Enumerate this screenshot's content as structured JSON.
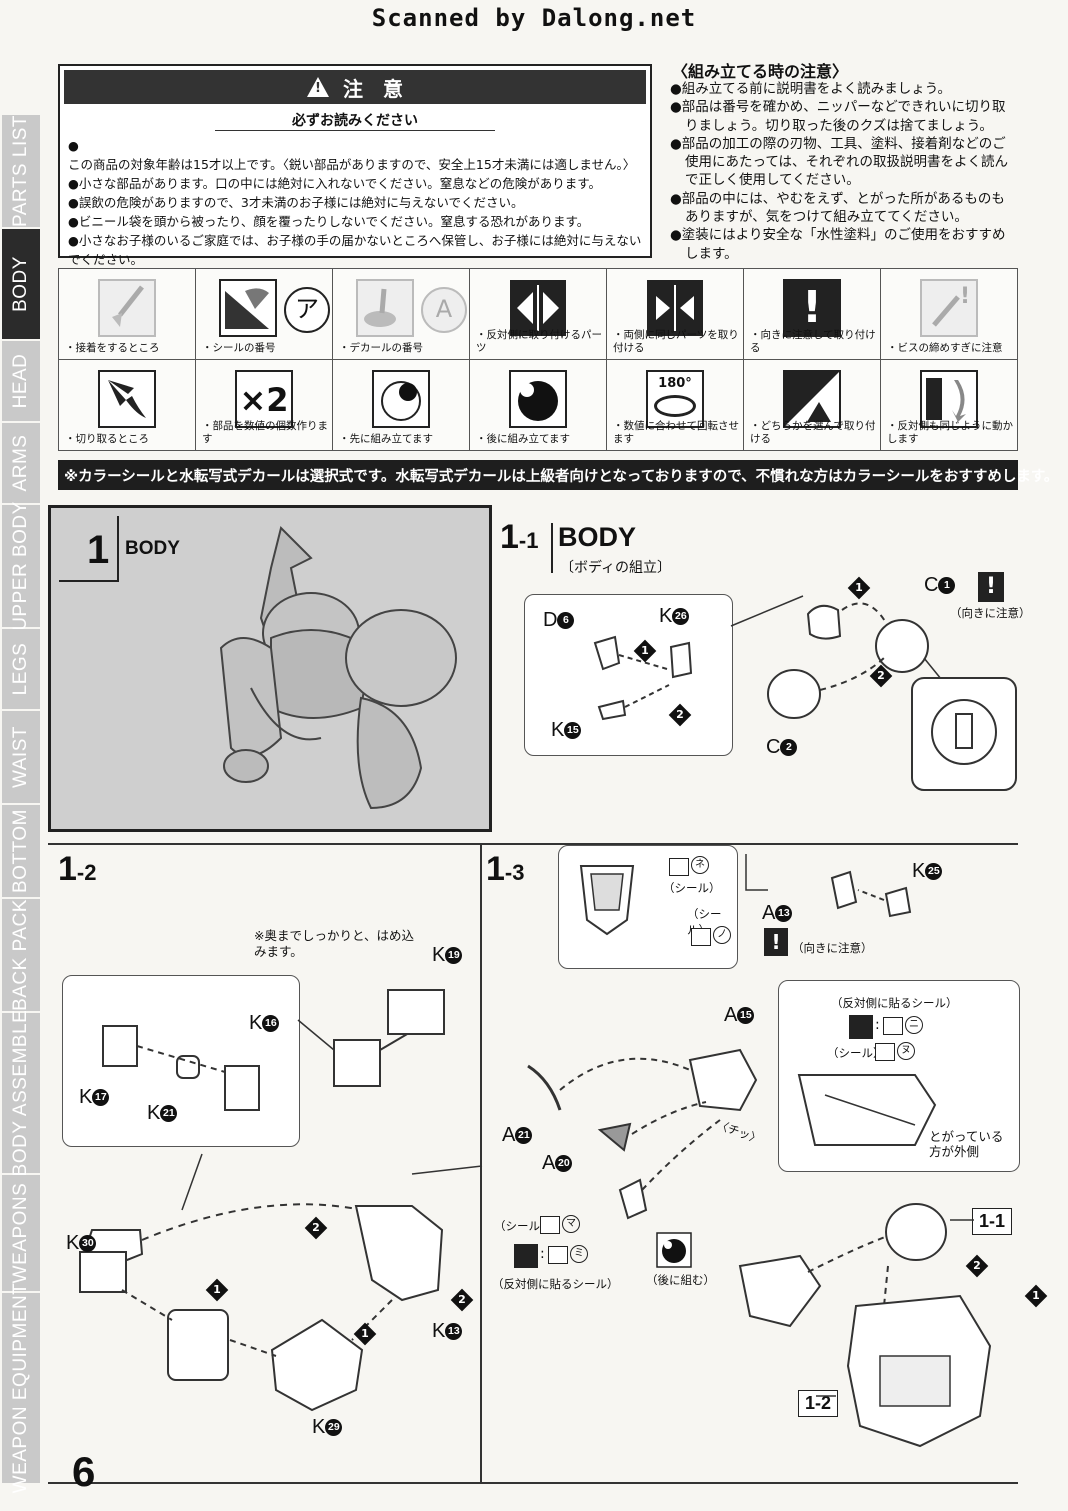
{
  "header": {
    "scanned": "Scanned by Dalong.net"
  },
  "sidebar": {
    "tabs": [
      "PARTS LIST",
      "BODY",
      "HEAD",
      "ARMS",
      "UPPER BODY",
      "LEGS",
      "WAIST",
      "BOTTOM",
      "BACK PACK",
      "BODY ASSEMBLE",
      "WEAPONS",
      "WEAPON EQUIPMENT"
    ],
    "active": "BODY"
  },
  "caution": {
    "title": "注　意",
    "subtitle": "必ずお読みください",
    "items": [
      "この商品の対象年齢は15才以上です。〈鋭い部品がありますので、安全上15才未満には適しません。〉",
      "小さな部品があります。口の中には絶対に入れないでください。窒息などの危険があります。",
      "誤飲の危険がありますので、3才未満のお子様には絶対に与えないでください。",
      "ビニール袋を頭から被ったり、顔を覆ったりしないでください。窒息する恐れがあります。",
      "小さなお子様のいるご家庭では、お子様の手の届かないところへ保管し、お子様には絶対に与えないでください。"
    ]
  },
  "notes": {
    "title": "〈組み立てる時の注意〉",
    "items": [
      "組み立てる前に説明書をよく読みましょう。",
      "部品は番号を確かめ、ニッパーなどできれいに切り取りましょう。切り取った後のクズは捨てましょう。",
      "部品の加工の際の刃物、工具、塗料、接着剤などのご使用にあたっては、それぞれの取扱説明書をよく読んで正しく使用してください。",
      "部品の中には、やむをえず、とがった所があるものもありますが、気をつけて組み立ててください。",
      "塗装にはより安全な「水性塗料」のご使用をおすすめします。"
    ]
  },
  "symbols": {
    "row1": [
      {
        "icon": "glue-brush-icon",
        "caption": "・接着をするところ"
      },
      {
        "icon": "sticker-icon",
        "glyph": "ア",
        "caption": "・シールの番号"
      },
      {
        "icon": "decal-icon",
        "glyph": "A",
        "caption": "・デカールの番号"
      },
      {
        "icon": "opposite-side-icon",
        "caption": "・反対側に取り付けるパーツ"
      },
      {
        "icon": "both-sides-icon",
        "caption": "・両側に同じパーツを取り付ける"
      },
      {
        "icon": "direction-caution-icon",
        "glyph": "!",
        "caption": "・向きに注意して取り付ける"
      },
      {
        "icon": "screw-caution-icon",
        "caption": "・ビスの締めすぎに注意"
      }
    ],
    "row2": [
      {
        "icon": "nipper-icon",
        "caption": "・切り取るところ"
      },
      {
        "icon": "multiply-icon",
        "glyph": "×2",
        "caption": "・部品を数値の個数作ります"
      },
      {
        "icon": "assemble-first-icon",
        "caption": "・先に組み立てます"
      },
      {
        "icon": "assemble-later-icon",
        "caption": "・後に組み立てます"
      },
      {
        "icon": "rotate-icon",
        "glyph": "180°",
        "caption": "・数値に合わせて回転させます"
      },
      {
        "icon": "choose-icon",
        "caption": "・どちらかを選んで取り付ける"
      },
      {
        "icon": "move-same-icon",
        "caption": "・反対側も同じように動かします"
      }
    ]
  },
  "banner": "※カラーシールと水転写式デカールは選択式です。水転写式デカールは上級者向けとなっておりますので、不慣れな方はカラーシールをおすすめします。",
  "step1": {
    "num": "1",
    "title": "BODY"
  },
  "step1_1": {
    "num": "1",
    "sub": "-1",
    "title": "BODY",
    "subtitle": "〔ボディの組立〕",
    "d_part": "D",
    "d_no": "6",
    "k26_part": "K",
    "k26_no": "26",
    "k15_part": "K",
    "k15_no": "15",
    "c1_part": "C",
    "c1_no": "1",
    "c2_part": "C",
    "c2_no": "2",
    "caution": "（向きに注意）",
    "n1": "1",
    "n2": "2"
  },
  "step1_2": {
    "num": "1",
    "sub": "-2",
    "note": "※奥までしっかりと、はめ込みます。",
    "parts": [
      {
        "p": "K",
        "n": "19"
      },
      {
        "p": "K",
        "n": "16"
      },
      {
        "p": "K",
        "n": "17"
      },
      {
        "p": "K",
        "n": "21"
      },
      {
        "p": "K",
        "n": "30"
      },
      {
        "p": "K",
        "n": "13"
      },
      {
        "p": "K",
        "n": "29"
      }
    ]
  },
  "step1_3": {
    "num": "1",
    "sub": "-3",
    "seal_ne": "ネ",
    "seal_label": "（シール）",
    "seal_no": "ノ",
    "k25_part": "K",
    "k25_no": "25",
    "a13_part": "A",
    "a13_no": "13",
    "caution": "（向きに注意）",
    "opp_seal": "（反対側に貼るシール）",
    "seal_ni": "ニ",
    "seal_nu": "ヌ",
    "a15_part": "A",
    "a15_no": "15",
    "a21_part": "A",
    "a21_no": "21",
    "a20_part": "A",
    "a20_no": "20",
    "click": "〈チッ〉",
    "edge_note": "とがっている方が外側",
    "seal_ma": "マ",
    "seal_mi": "ミ",
    "later": "（後に組む）",
    "ref1": "1-1",
    "ref2": "1-2"
  },
  "page": {
    "number": "6"
  }
}
